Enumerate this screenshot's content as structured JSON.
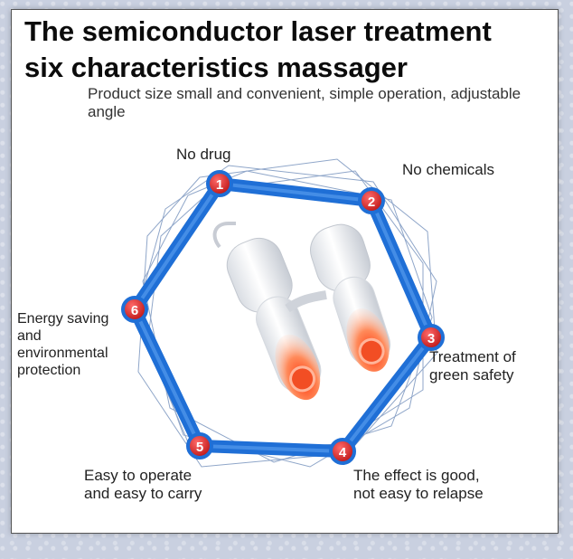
{
  "title_line1": "The semiconductor laser treatment",
  "title_line2": "six characteristics massager",
  "subtitle": "Product size small and convenient, simple operation, adjustable angle",
  "features": [
    {
      "num": "1",
      "label_lines": [
        "No drug"
      ]
    },
    {
      "num": "2",
      "label_lines": [
        "No chemicals"
      ]
    },
    {
      "num": "3",
      "label_lines": [
        "Treatment of",
        "green safety"
      ]
    },
    {
      "num": "4",
      "label_lines": [
        "The effect is good,",
        "not easy to relapse"
      ]
    },
    {
      "num": "5",
      "label_lines": [
        "Easy to operate",
        "and easy to carry"
      ]
    },
    {
      "num": "6",
      "label_lines": [
        "Energy saving",
        "and",
        "environmental",
        "protection"
      ]
    }
  ],
  "colors": {
    "hexagon_blue": "#1f6fd6",
    "marker_red": "#d02222",
    "laser_red": "#ff5a2e"
  }
}
